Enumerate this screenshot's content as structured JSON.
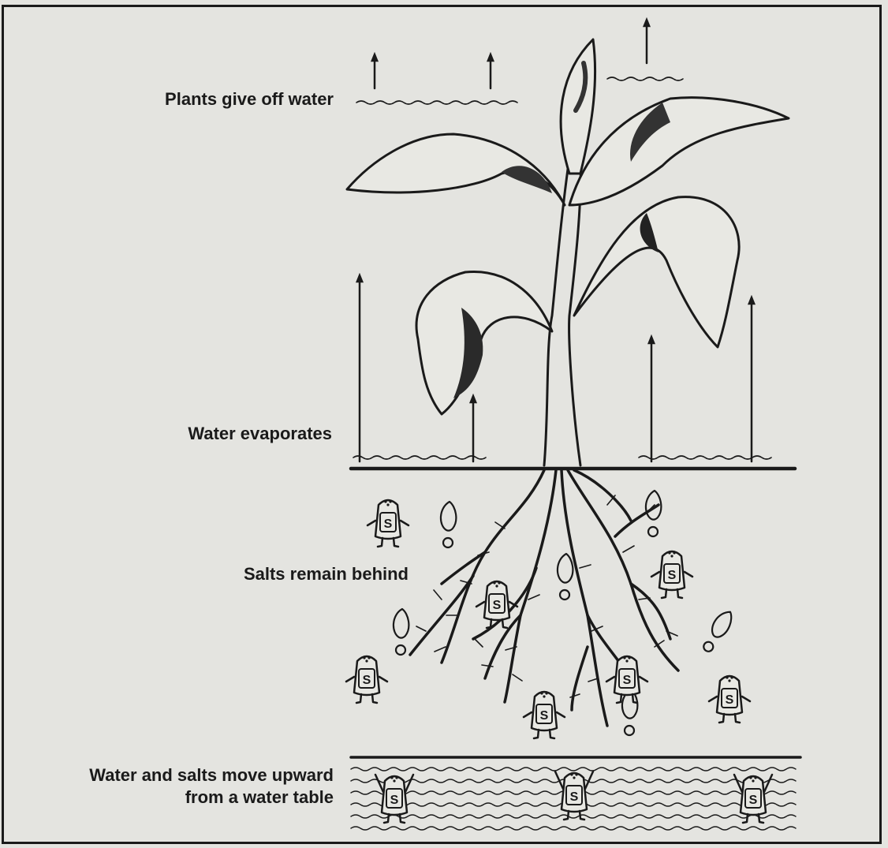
{
  "labels": {
    "plants_give_off_water": "Plants give off water",
    "water_evaporates": "Water evaporates",
    "salts_remain_behind": "Salts remain behind",
    "water_table_line1": "Water and salts move upward",
    "water_table_line2": "from a water table"
  },
  "salt_shaker_letter": "S",
  "colors": {
    "background": "#e4e4e0",
    "ink": "#1a1a1a",
    "leaf_fill": "#e8e8e3"
  }
}
